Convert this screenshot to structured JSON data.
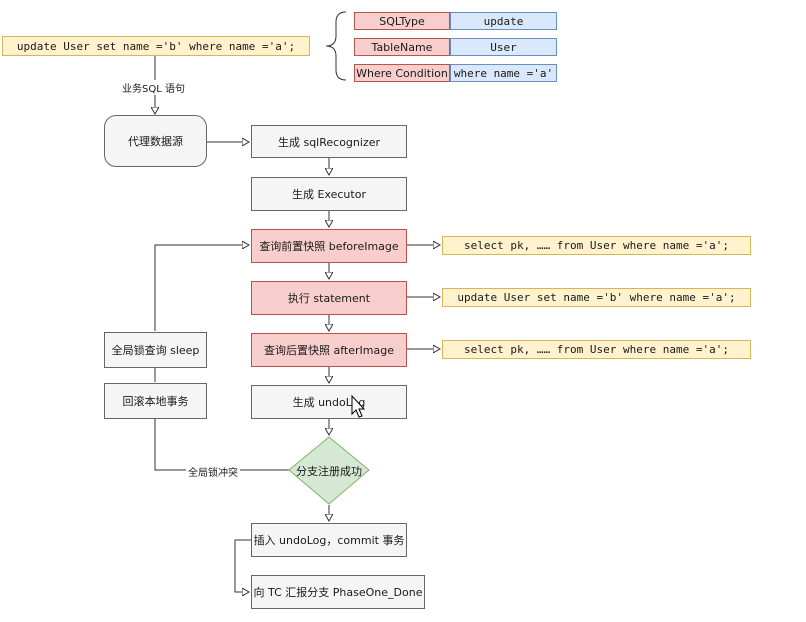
{
  "sql_statement": "update User set name ='b' where name ='a';",
  "parse_table": {
    "rows": [
      {
        "key": "SQLType",
        "value": "update"
      },
      {
        "key": "TableName",
        "value": "User"
      },
      {
        "key": "Where Condition",
        "value": "where name ='a'"
      }
    ]
  },
  "edge_labels": {
    "business_sql": "业务SQL 语句",
    "global_lock_conflict": "全局锁冲突"
  },
  "nodes": {
    "proxy_datasource": "代理数据源",
    "gen_recognizer": "生成 sqlRecognizer",
    "gen_executor": "生成 Executor",
    "before_image": "查询前置快照 beforeImage",
    "execute_statement": "执行 statement",
    "after_image": "查询后置快照 afterImage",
    "gen_undolog": "生成 undoLog",
    "branch_register": "分支注册成功",
    "insert_undolog": "插入 undoLog，commit 事务",
    "report_tc": "向 TC 汇报分支 PhaseOne_Done",
    "global_lock_sleep": "全局锁查询 sleep",
    "rollback_local": "回滚本地事务"
  },
  "notes": {
    "before_image_sql": "select pk, …… from User where name ='a';",
    "execute_sql": "update User set name ='b' where name ='a';",
    "after_image_sql": "select pk, …… from User where name ='a';"
  }
}
